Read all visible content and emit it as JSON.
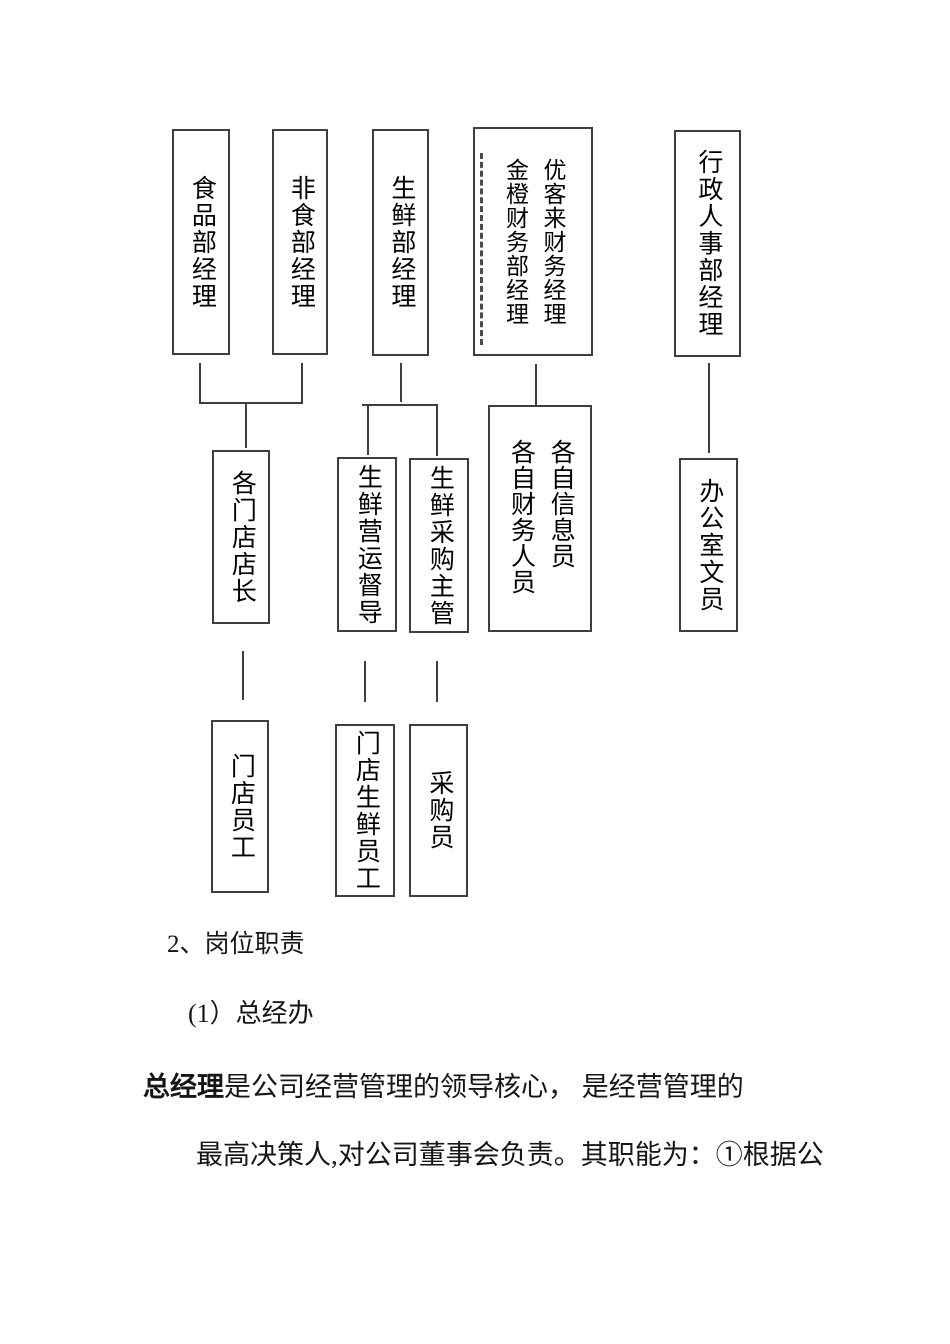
{
  "document": {
    "heading": "2、岗位职责",
    "subheading": "(1）总经办",
    "para1_bold": "总经理",
    "para1_text": "是公司经营管理的领导核心， 是经营管理的",
    "para2": "最高决策人,对公司董事会负责。其职能为：①根据公"
  },
  "org_chart": {
    "line_color": "#3f3f3f",
    "box_border_color": "#3f3f3f",
    "level1": [
      {
        "label": "食品部经理"
      },
      {
        "label": "非食部经理"
      },
      {
        "label": "生鲜部经理"
      },
      {
        "columns": [
          "优客来财务经理",
          "金橙财务部经理"
        ]
      },
      {
        "label": "行政人事部经理"
      }
    ],
    "level2": [
      {
        "label": "各门店店长"
      },
      {
        "label": "生鲜营运督导"
      },
      {
        "label": "生鲜采购主管"
      },
      {
        "columns": [
          "各自信息员",
          "各自财务人员"
        ]
      },
      {
        "label": "办公室文员"
      }
    ],
    "level3": [
      {
        "label": "门店员工"
      },
      {
        "label": "门店生鲜员工"
      },
      {
        "label": "采购员"
      }
    ]
  }
}
